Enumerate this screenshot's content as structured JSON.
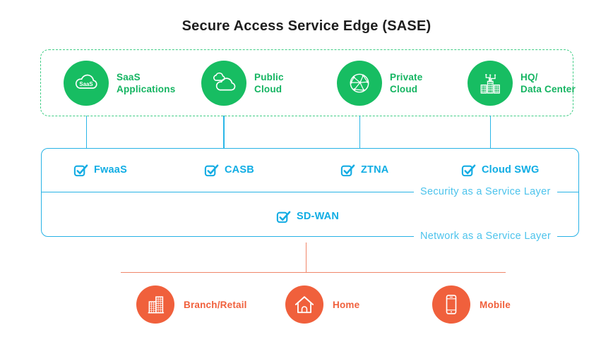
{
  "title": "Secure Access Service Edge (SASE)",
  "colors": {
    "green": "#17bd62",
    "cyan": "#10ade4",
    "cyan_light": "#4cc3ec",
    "orange": "#f0603c"
  },
  "cloud_layer": {
    "items": [
      {
        "icon": "saas-cloud-icon",
        "badge": "SaaS",
        "lines": [
          "SaaS",
          "Applications"
        ]
      },
      {
        "icon": "public-cloud-icon",
        "lines": [
          "Public",
          "Cloud"
        ]
      },
      {
        "icon": "private-cloud-icon",
        "lines": [
          "Private",
          "Cloud"
        ]
      },
      {
        "icon": "hq-datacenter-icon",
        "lines": [
          "HQ/",
          "Data Center"
        ]
      }
    ]
  },
  "service_box": {
    "security_services": [
      {
        "label": "FwaaS"
      },
      {
        "label": "CASB"
      },
      {
        "label": "ZTNA"
      },
      {
        "label": "Cloud SWG"
      }
    ],
    "network_service": {
      "label": "SD-WAN"
    },
    "security_layer_label": "Security as a Service  Layer",
    "network_layer_label": "Network as a Service  Layer"
  },
  "edge_locations": {
    "items": [
      {
        "icon": "branch-retail-icon",
        "label": "Branch/Retail"
      },
      {
        "icon": "home-icon",
        "label": "Home"
      },
      {
        "icon": "mobile-icon",
        "label": "Mobile"
      }
    ]
  }
}
